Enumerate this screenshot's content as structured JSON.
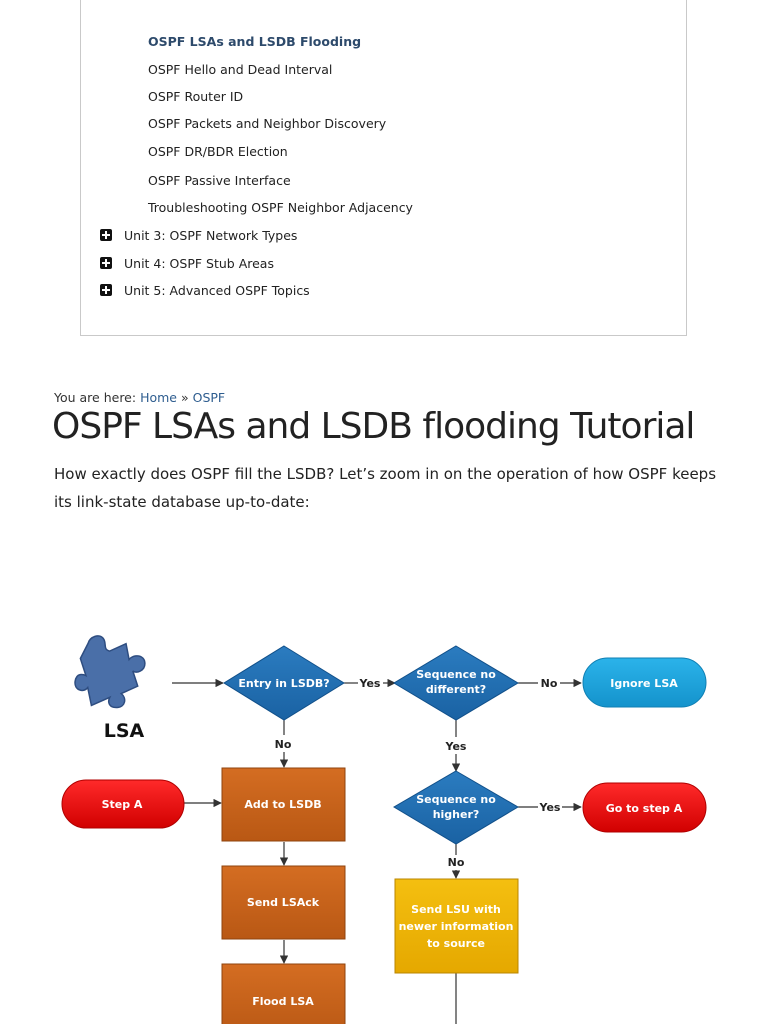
{
  "toc": {
    "lessons": [
      {
        "label": "OSPF LSAs and LSDB Flooding",
        "active": true
      },
      {
        "label": "OSPF Hello and Dead Interval",
        "active": false
      },
      {
        "label": "OSPF Router ID",
        "active": false
      },
      {
        "label": "OSPF Packets and Neighbor Discovery",
        "active": false
      },
      {
        "label": "OSPF DR/BDR Election",
        "active": false
      },
      {
        "label": "OSPF Passive Interface",
        "active": false
      },
      {
        "label": "Troubleshooting OSPF Neighbor Adjacency",
        "active": false
      }
    ],
    "units": [
      {
        "label": "Unit 3: OSPF Network Types",
        "icon": "plus-square-icon"
      },
      {
        "label": "Unit 4: OSPF Stub Areas",
        "icon": "plus-square-icon"
      },
      {
        "label": "Unit 5: Advanced OSPF Topics",
        "icon": "plus-square-icon"
      }
    ]
  },
  "breadcrumb": {
    "prefix": "You are here:",
    "items": [
      "Home",
      "OSPF"
    ],
    "separator": "»"
  },
  "article": {
    "title": "OSPF LSAs and LSDB flooding Tutorial",
    "intro": "How exactly does OSPF fill the LSDB? Let’s zoom in on the operation of how OSPF keeps its link-state database up-to-date:"
  },
  "flowchart": {
    "lsa_label": "LSA",
    "lsa_icon": "puzzle-piece-icon",
    "entry_in_lsdb": "Entry in LSDB?",
    "seq_different": [
      "Sequence no",
      "different?"
    ],
    "ignore_lsa": "Ignore LSA",
    "step_a": "Step A",
    "add_to_lsdb": "Add to LSDB",
    "seq_higher": [
      "Sequence no",
      "higher?"
    ],
    "go_to_step_a": "Go to step A",
    "send_lsack": "Send LSAck",
    "send_lsu": [
      "Send LSU with",
      "newer information",
      "to source"
    ],
    "flood_lsa": "Flood LSA",
    "edge_yes": "Yes",
    "edge_no": "No",
    "colors": {
      "decision": "#1f6fb2",
      "process": "#c8621a",
      "terminal_red": "#e60000",
      "terminal_blue": "#1aa3dc",
      "lsu_box": "#f0b400",
      "puzzle": "#4a6fa8"
    }
  }
}
